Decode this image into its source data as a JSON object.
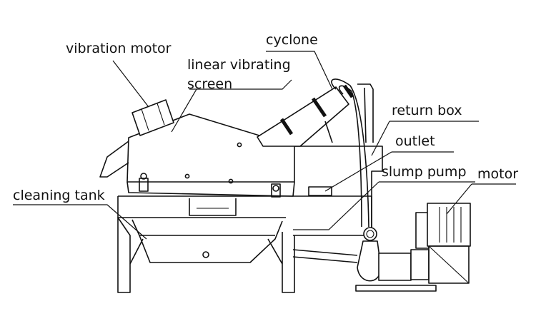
{
  "labels": {
    "vibration_motor": "vibration motor",
    "linear_vibrating_line1": "linear vibrating",
    "linear_vibrating_line2": "screen",
    "cyclone": "cyclone",
    "return_box": "return box",
    "outlet": "outlet",
    "slump_pump": "slump pump",
    "motor": "motor",
    "cleaning_tank": "cleaning tank"
  }
}
